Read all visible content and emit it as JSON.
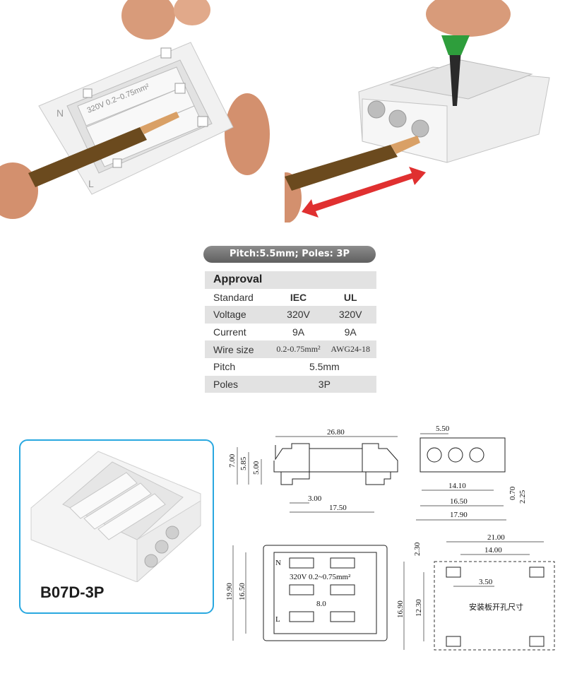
{
  "banner": "Pitch:5.5mm;  Poles: 3P",
  "spec": {
    "header": "Approval",
    "standard": {
      "label": "Standard",
      "iec": "IEC",
      "ul": "UL"
    },
    "voltage": {
      "label": "Voltage",
      "iec": "320V",
      "ul": "320V"
    },
    "current": {
      "label": "Current",
      "iec": "9A",
      "ul": "9A"
    },
    "wire": {
      "label": "Wire size",
      "iec": "0.2-0.75mm²",
      "ul": "AWG24-18"
    },
    "pitch": {
      "label": "Pitch",
      "value": "5.5mm"
    },
    "poles": {
      "label": "Poles",
      "value": "3P"
    }
  },
  "model": "B07D-3P",
  "connector_marks": {
    "voltage_range": "320V  0.2~0.75mm²",
    "strip": "8.0",
    "n": "N",
    "l": "L"
  },
  "dims": {
    "front_width": "26.80",
    "h700": "7.00",
    "h585": "5.85",
    "h500": "5.00",
    "w300": "3.00",
    "w1750": "17.50",
    "side_pitch": "5.50",
    "w1410": "14.10",
    "w1650": "16.50",
    "w1790": "17.90",
    "h070": "0.70",
    "h225": "2.25",
    "top_h1990": "19.90",
    "top_h1650": "16.50",
    "c2100": "21.00",
    "c1400": "14.00",
    "c350": "3.50",
    "c230": "2.30",
    "c1230": "12.30",
    "c1690": "16.90",
    "cutout_caption": "安装板开孔尺寸"
  },
  "colors": {
    "accent_blue": "#29a8e0",
    "wire_brown": "#6b4a1e",
    "arrow_red": "#e03030",
    "tool_green": "#2e9e3c"
  }
}
